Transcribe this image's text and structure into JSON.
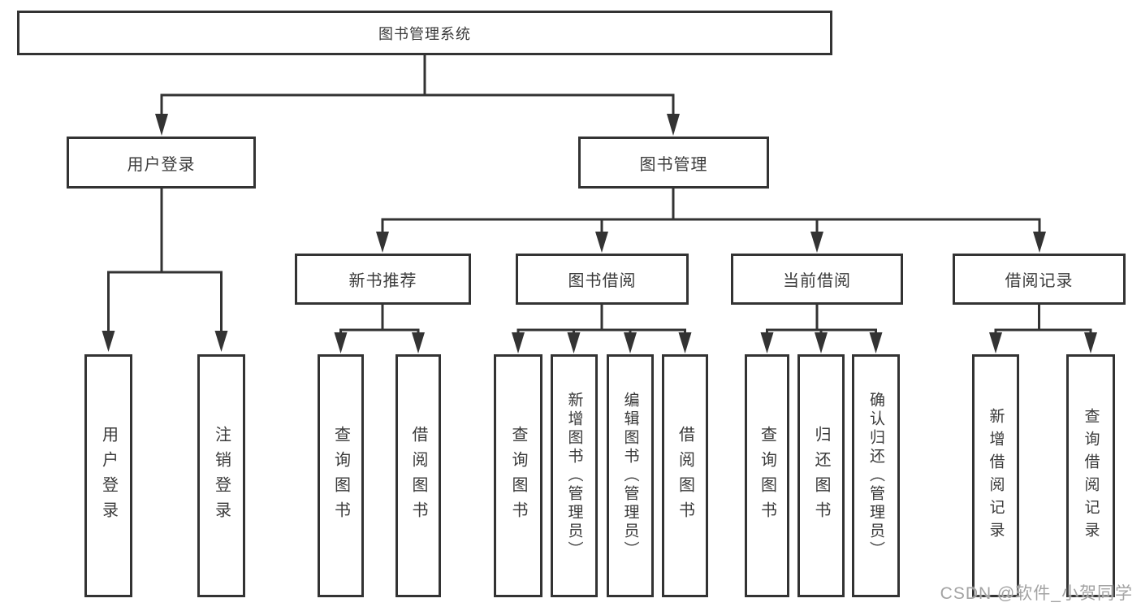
{
  "tree": {
    "label": "图书管理系统",
    "children": [
      {
        "label": "用户登录",
        "children": [
          {
            "label": "用户登录"
          },
          {
            "label": "注销登录"
          }
        ]
      },
      {
        "label": "图书管理",
        "children": [
          {
            "label": "新书推荐",
            "children": [
              {
                "label": "查询图书"
              },
              {
                "label": "借阅图书"
              }
            ]
          },
          {
            "label": "图书借阅",
            "children": [
              {
                "label": "查询图书"
              },
              {
                "label": "新增图书（管理员）"
              },
              {
                "label": "编辑图书（管理员）"
              },
              {
                "label": "借阅图书"
              }
            ]
          },
          {
            "label": "当前借阅",
            "children": [
              {
                "label": "查询图书"
              },
              {
                "label": "归还图书"
              },
              {
                "label": "确认归还（管理员）"
              }
            ]
          },
          {
            "label": "借阅记录",
            "children": [
              {
                "label": "新增借阅记录"
              },
              {
                "label": "查询借阅记录"
              }
            ]
          }
        ]
      }
    ]
  },
  "watermark": {
    "text": "CSDN @软件_小贺同学"
  },
  "colors": {
    "line": "#333333",
    "box_border": "#333333",
    "text": "#3a3a3a",
    "watermark": "#a3a3a3",
    "background": "#ffffff"
  }
}
